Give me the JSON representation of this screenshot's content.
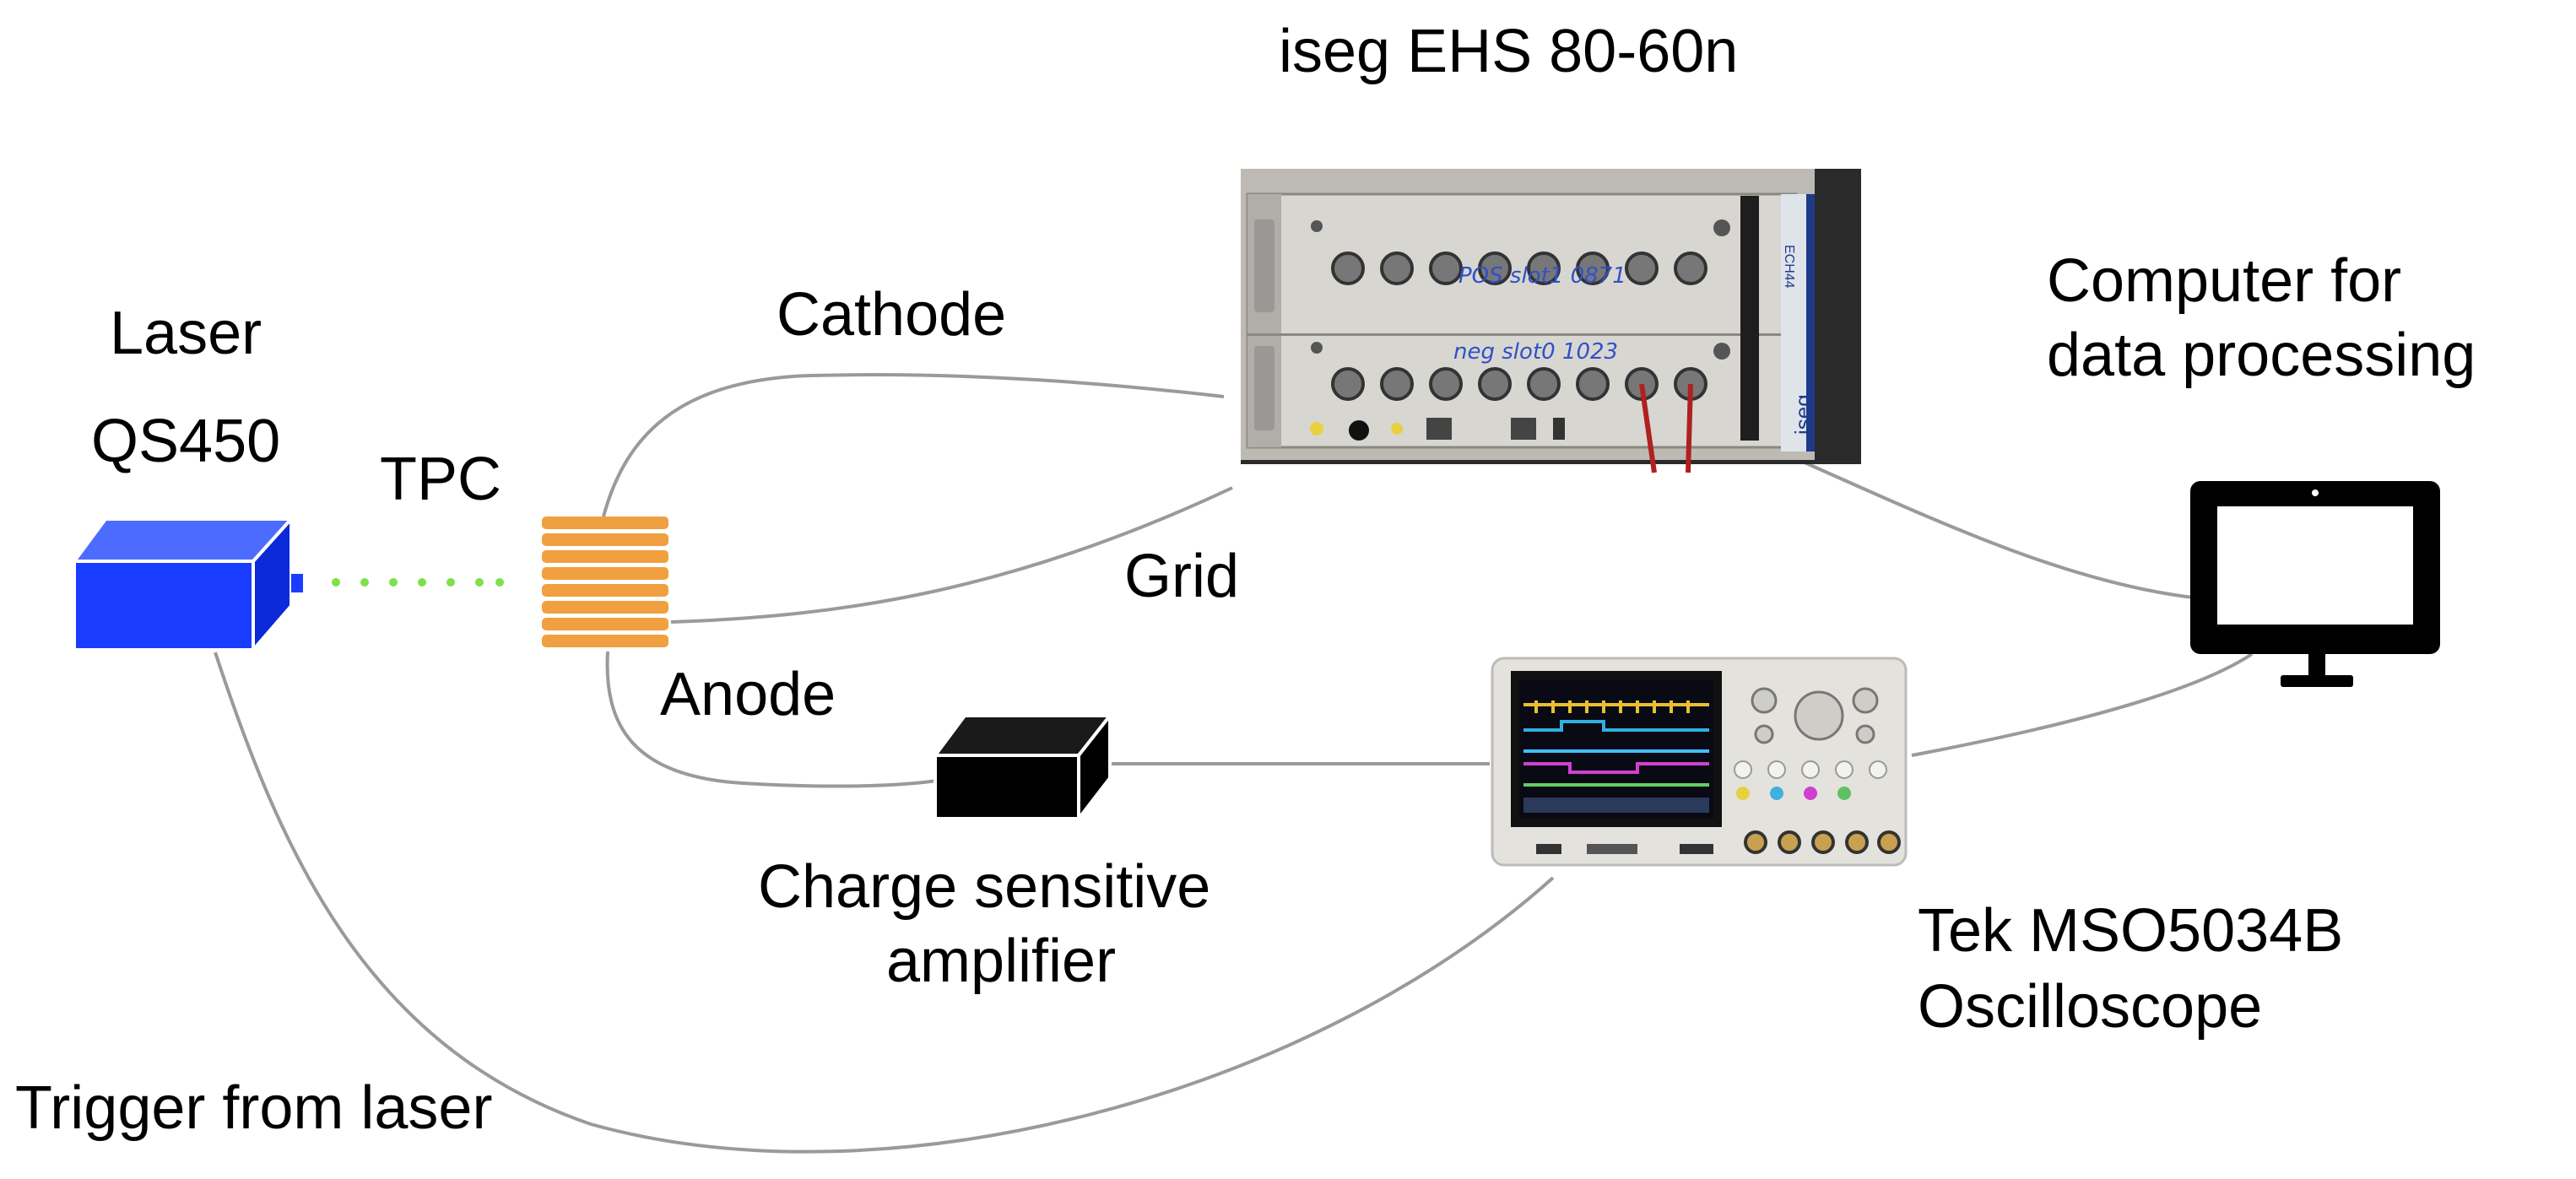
{
  "labels": {
    "power_supply": "iseg EHS 80-60n",
    "laser_title": "Laser",
    "laser_model": "QS450",
    "tpc": "TPC",
    "cathode": "Cathode",
    "grid": "Grid",
    "anode": "Anode",
    "amplifier_line1": "Charge sensitive",
    "amplifier_line2": "amplifier",
    "computer_line1": "Computer for",
    "computer_line2": "data processing",
    "scope_line1": "Tek MSO5034B",
    "scope_line2": "Oscilloscope",
    "trigger": "Trigger from laser"
  },
  "psu_markings": {
    "pos_row": "POS slot1  0871",
    "neg_row": "neg slot0  1023",
    "brand": "iseg",
    "model_code": "ECH44"
  },
  "colors": {
    "laser": "#1a3cff",
    "tpc": "#f0a040",
    "beam": "#7ee04a",
    "cable": "#9a9a9a"
  },
  "icons": {
    "computer": "monitor-icon",
    "amplifier": "black-box-icon",
    "laser": "laser-box-icon"
  }
}
